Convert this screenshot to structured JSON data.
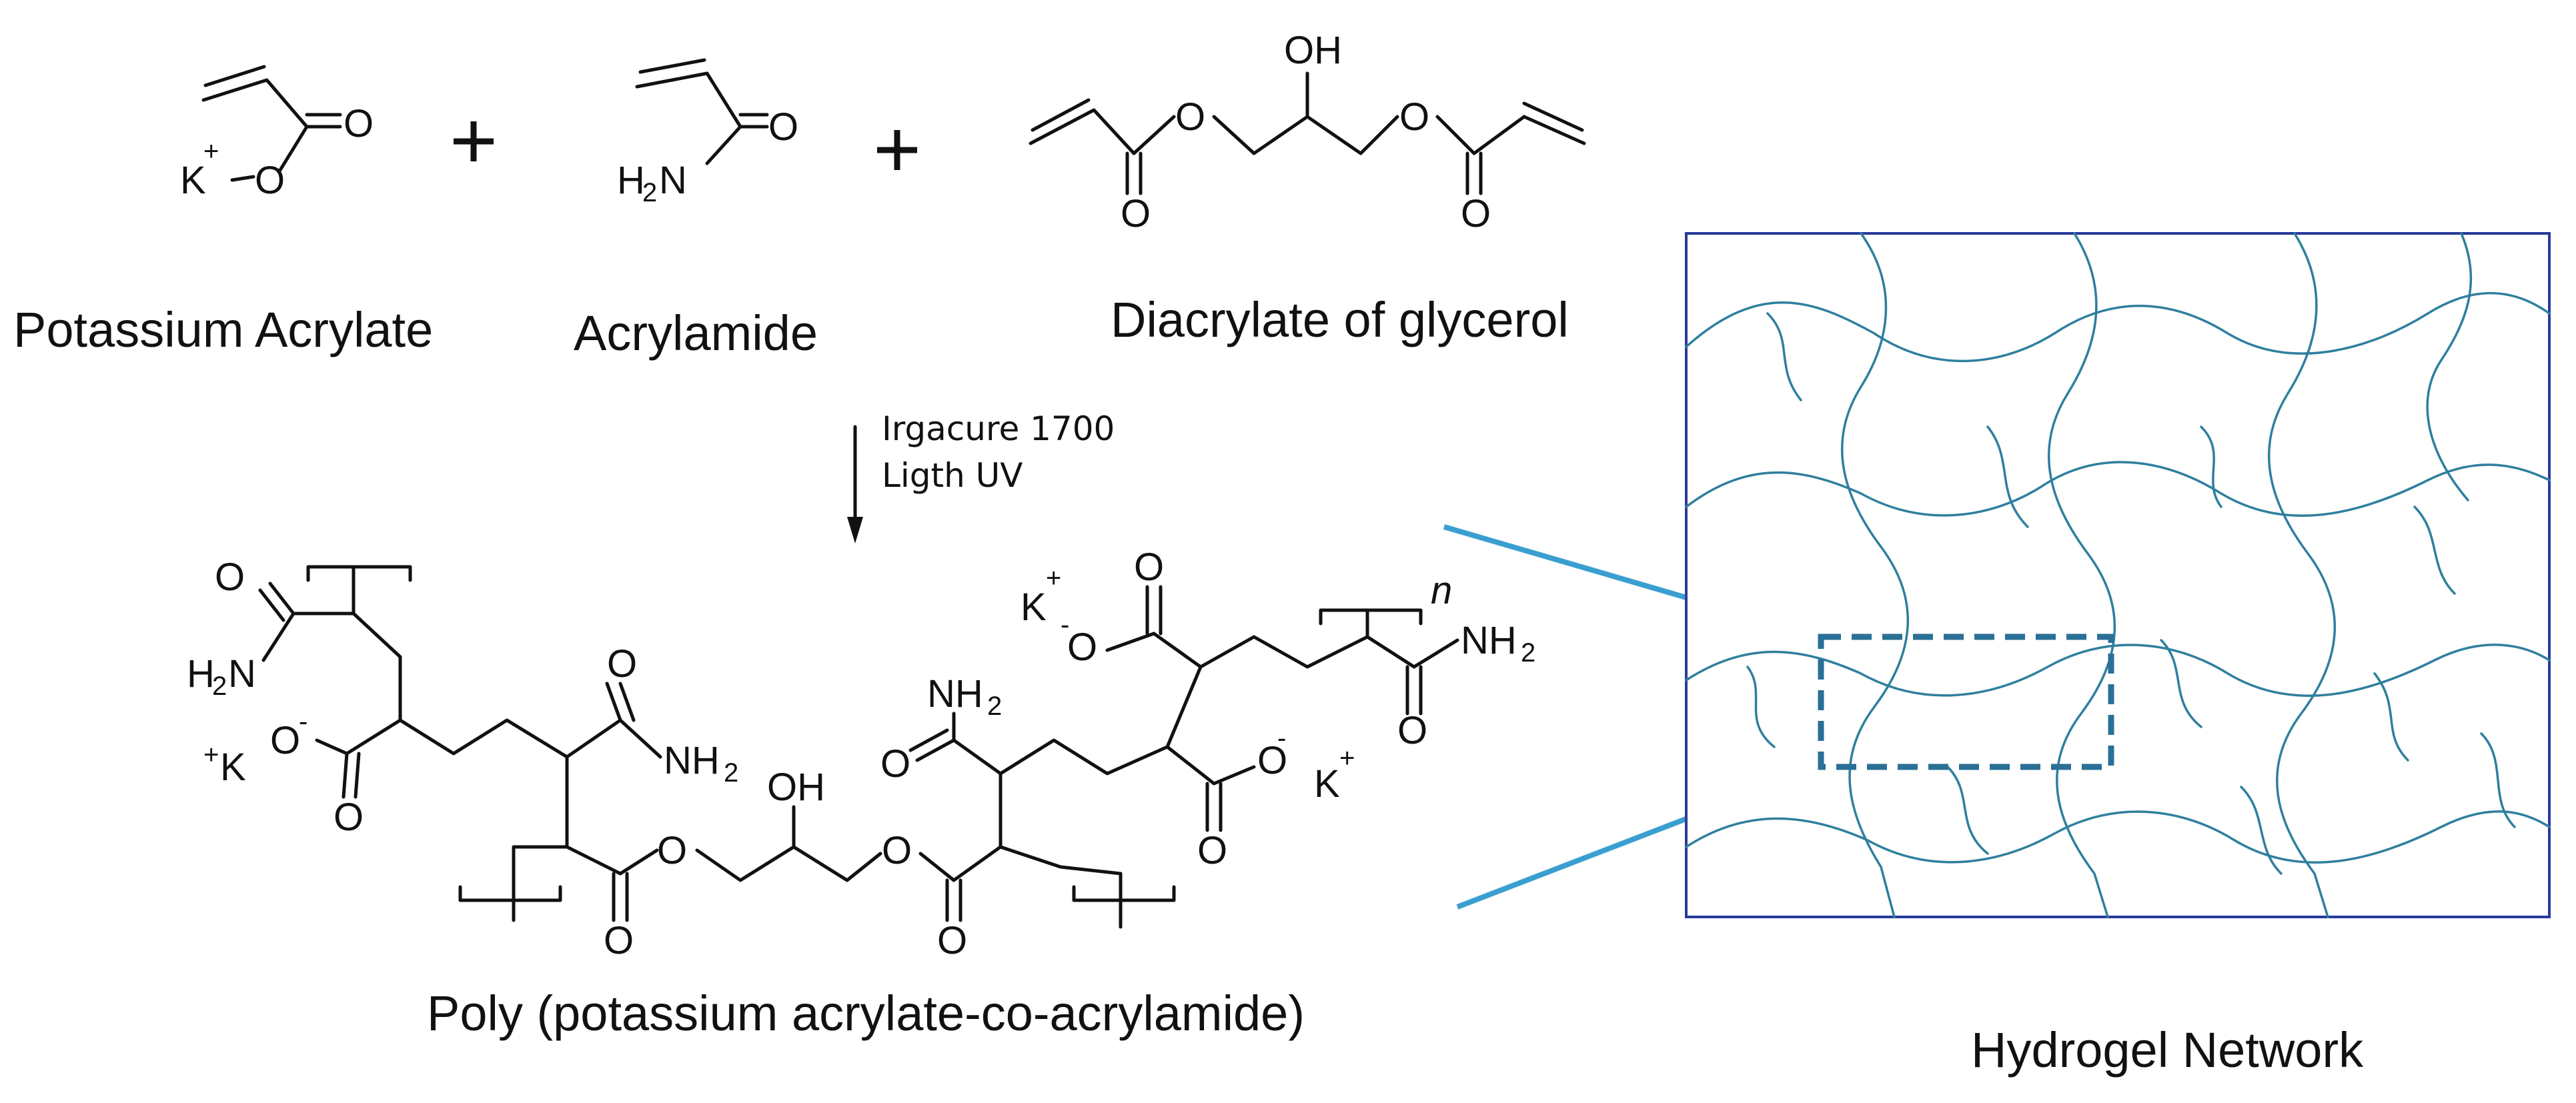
{
  "labels": {
    "monomer1": "Potassium Acrylate",
    "monomer2": "Acrylamide",
    "crosslinker": "Diacrylate of glycerol",
    "initiator": "Irgacure 1700",
    "light": "Ligth UV",
    "polymer": "Poly (potassium acrylate-co-acrylamide)",
    "network": "Hydrogel Network"
  },
  "atoms": {
    "K": "K",
    "O": "O",
    "OH": "OH",
    "H": "H",
    "N": "N",
    "NH": "NH",
    "two": "2",
    "plus_sign": "+",
    "minus_sign": "-",
    "n": "n"
  },
  "colors": {
    "ink": "#111111",
    "box": "#2a3a9a",
    "chain": "#2f7f9e",
    "zoom": "#3a9fd0",
    "dashed": "#2a6f96"
  }
}
